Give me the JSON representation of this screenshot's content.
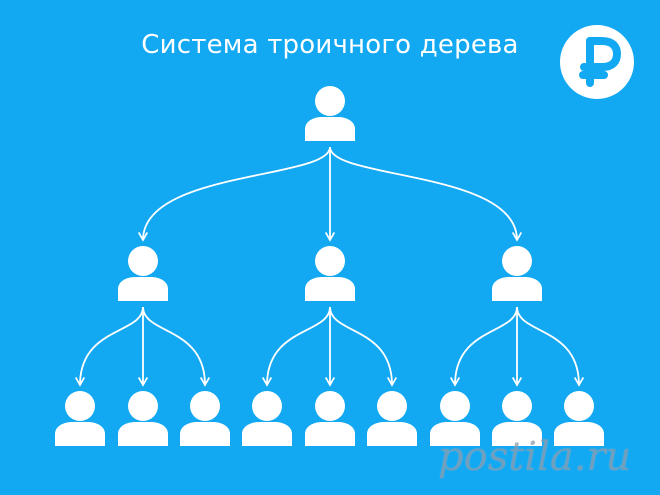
{
  "title": "Система троичного дерева",
  "badge": {
    "icon": "ruble-icon",
    "symbol": "₽"
  },
  "watermark": {
    "text": "postila.ru"
  },
  "colors": {
    "background": "#12a8f2",
    "foreground": "#ffffff",
    "watermark": "#7d8fa0"
  },
  "tree": {
    "type": "ternary-tree",
    "levels": 3,
    "branching": 3,
    "nodes_per_level": [
      1,
      3,
      9
    ]
  }
}
